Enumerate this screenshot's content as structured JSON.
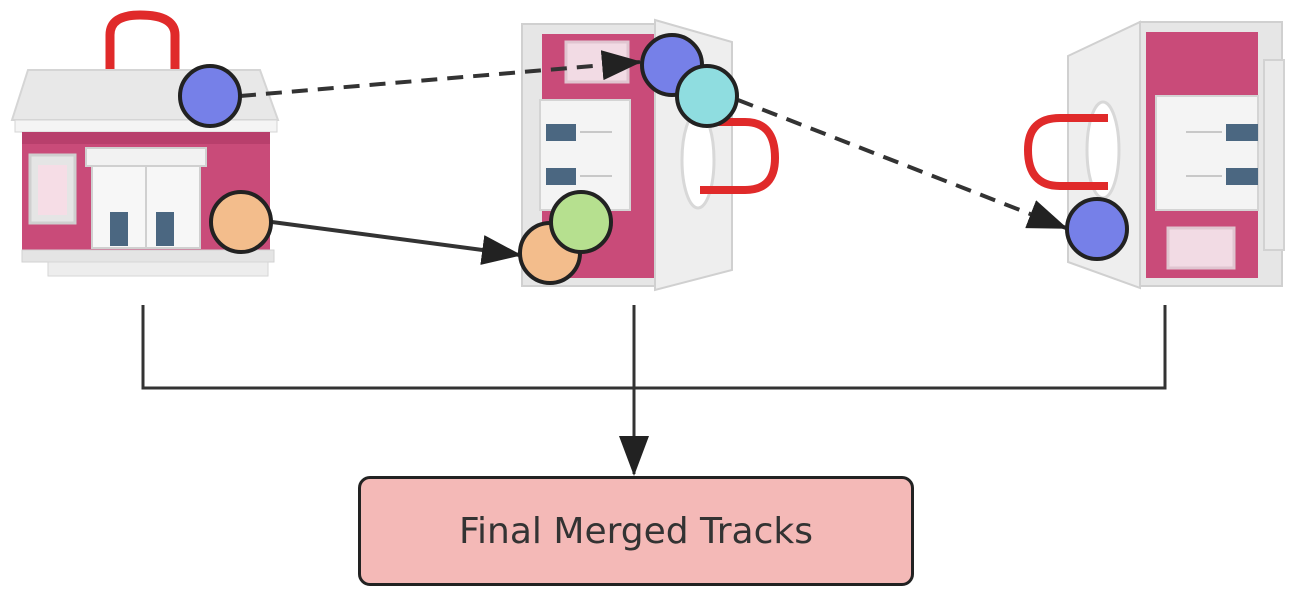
{
  "result": {
    "label": "Final Merged Tracks"
  },
  "colors": {
    "building_main": "#c94b79",
    "building_light": "#ececec",
    "building_mid": "#dcdcdc",
    "window_dark": "#4b6781",
    "lock_red": "#e02a2a",
    "track_blue": "#7680e8",
    "track_cyan": "#8fdde0",
    "track_orange": "#f3bd8c",
    "track_green": "#b6e08f",
    "result_fill": "#f4b9b7",
    "line": "#333333"
  },
  "icons": [
    "storefront-icon",
    "bank-vault-open-icon",
    "bank-vault-open-icon",
    "padlock-icon"
  ],
  "tracks": [
    {
      "name": "blue-track",
      "style": "dashed"
    },
    {
      "name": "orange-track",
      "style": "solid"
    }
  ]
}
